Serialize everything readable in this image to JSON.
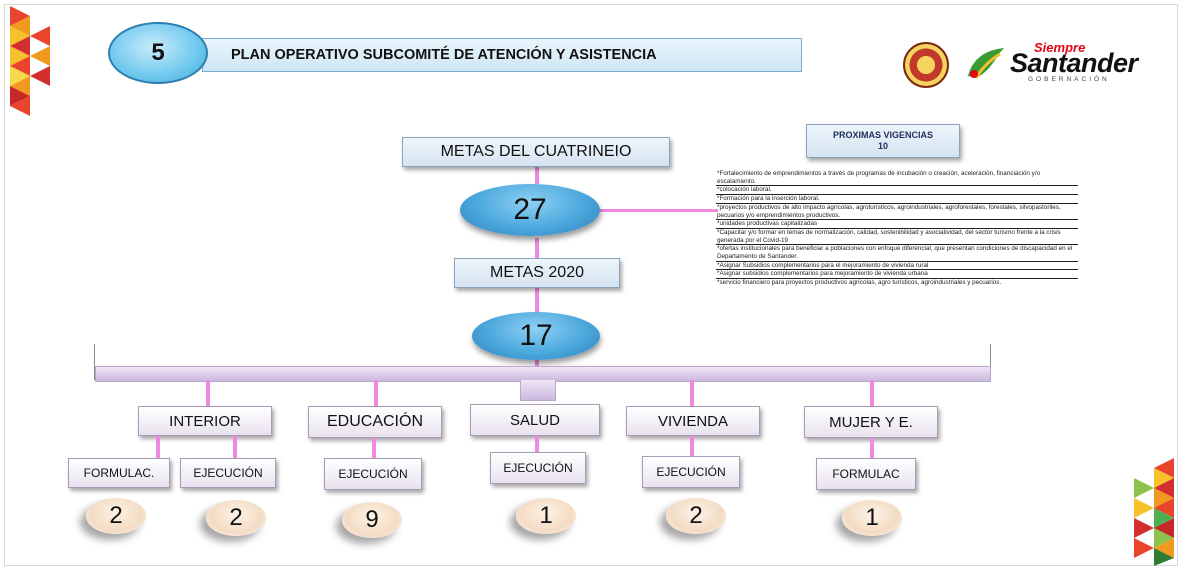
{
  "header": {
    "number": "5",
    "title": "PLAN OPERATIVO SUBCOMITÉ DE ATENCIÓN Y ASISTENCIA",
    "logo_top": "Siempre",
    "logo_main": "Santander",
    "logo_sub": "GOBERNACIÓN"
  },
  "metas": {
    "cuatrienio_label": "METAS DEL CUATRINEIO",
    "cuatrienio_value": "27",
    "anual_label": "METAS 2020",
    "anual_value": "17"
  },
  "proximas": {
    "title": "PROXIMAS VIGENCIAS",
    "count": "10",
    "items": [
      "*Fortalecimiento de emprendimientos a través de programas de incubación o creación, aceleración, financiación y/o escalamiento.",
      "*colocación laboral.",
      "*Formación para la inserción laboral.",
      "*proyectos productivos de alto impacto agrícolas, agroturísticos, agroindustriales, agroforestales, forestales, silvopastoriles, pecuarios y/o emprendimientos productivos.",
      "*unidades productivas capitalizadas",
      "*Capacitar y/o formar en temas de normalización, calidad, sostenibilidad y asociatividad, del sector turismo frente a la crisis generada por el Covid-19",
      "*ofertas institucionales para beneficiar a poblaciones con enfoque diferencial; que presentan condiciones de discapacidad en el Departamento de Santander.",
      "*Asignar Subsidios complementarios para el mejoramiento de vivienda rural",
      "*Asignar subsidios complementarios para mejoramiento de vivienda urbana",
      "*servicio financiero para proyectos productivos agrícolas, agro turísticos, agroindustriales y pecuarios."
    ]
  },
  "sectores": [
    {
      "name": "INTERIOR",
      "subs": [
        {
          "label": "FORMULAC.",
          "value": "2"
        },
        {
          "label": "EJECUCIÓN",
          "value": "2"
        }
      ]
    },
    {
      "name": "EDUCACIÓN",
      "subs": [
        {
          "label": "EJECUCIÓN",
          "value": "9"
        }
      ]
    },
    {
      "name": "SALUD",
      "subs": [
        {
          "label": "EJECUCIÓN",
          "value": "1"
        }
      ]
    },
    {
      "name": "VIVIENDA",
      "subs": [
        {
          "label": "EJECUCIÓN",
          "value": "2"
        }
      ]
    },
    {
      "name": "MUJER Y E.",
      "subs": [
        {
          "label": "FORMULAC",
          "value": "1"
        }
      ]
    }
  ],
  "colors": {
    "connector": "#f08ae0",
    "ellipse": "#4aa8dc",
    "title_bar": "#cfe6f4",
    "accent_red": "#e30613"
  }
}
